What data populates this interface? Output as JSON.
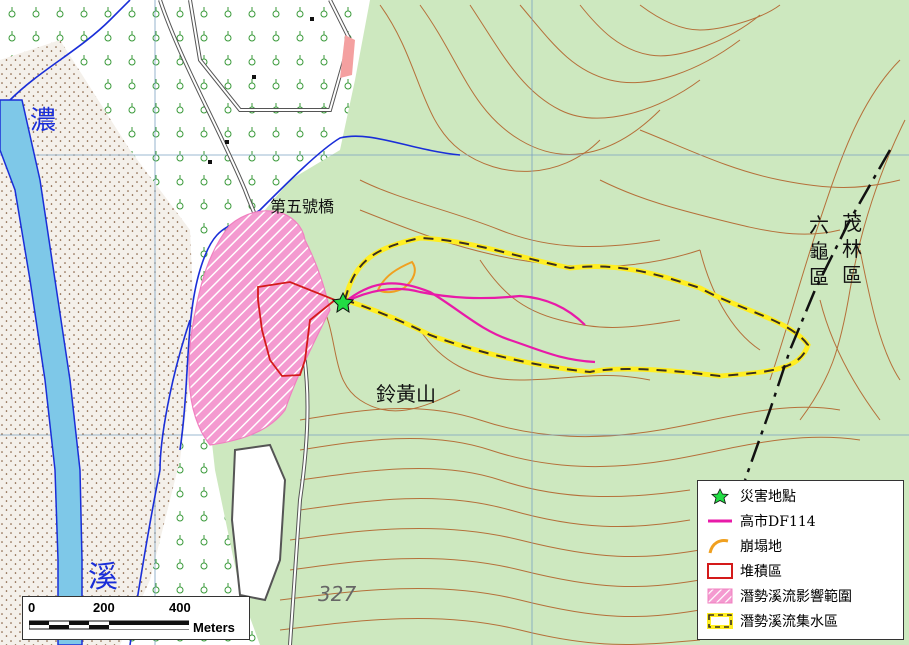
{
  "map": {
    "labels": {
      "river_upper": "濃",
      "river_lower": "溪",
      "bridge": "第五號橋",
      "mountain": "鈴黃山",
      "district_a": "六龜區",
      "district_b": "茂林區",
      "elevation": "327"
    },
    "colors": {
      "forest": "#cde8bf",
      "contour": "#b5703a",
      "river": "#7ec8e8",
      "stream": "#1a2ed8",
      "debris_flow": "#e81aa8",
      "landslide": "#f0a020",
      "deposit": "#d41a1a",
      "impact_area": "#f48cc8",
      "catchment_fill": "#ffee22",
      "catchment_dash": "#3a3020"
    }
  },
  "legend": {
    "items": [
      {
        "label": "災害地點",
        "symbol": "green-star-icon"
      },
      {
        "label": "高市DF114",
        "symbol": "magenta-line"
      },
      {
        "label": "崩塌地",
        "symbol": "orange-outline"
      },
      {
        "label": "堆積區",
        "symbol": "red-box"
      },
      {
        "label": "潛勢溪流影響範圍",
        "symbol": "pink-hatched-box"
      },
      {
        "label": "潛勢溪流集水區",
        "symbol": "yellow-dashed-box"
      }
    ]
  },
  "scalebar": {
    "ticks": [
      "0",
      "200",
      "400"
    ],
    "unit": "Meters"
  }
}
